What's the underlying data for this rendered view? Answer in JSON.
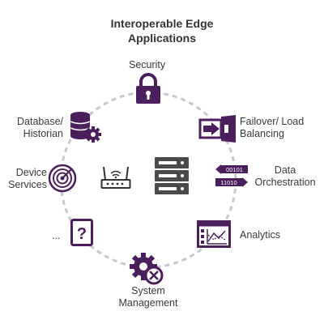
{
  "title_line1": "Interoperable Edge",
  "title_line2": "Applications",
  "labels": {
    "security": "Security",
    "failover_line1": "Failover/ Load",
    "failover_line2": "Balancing",
    "data_orch_line1": "Data",
    "data_orch_line2": "Orchestration",
    "analytics": "Analytics",
    "system_mgmt_line1": "System",
    "system_mgmt_line2": "Management",
    "ellipsis": "...",
    "device_services_line1": "Device",
    "device_services_line2": "Services",
    "database_line1": "Database/",
    "database_line2": "Historian"
  },
  "data_tags": [
    "00101",
    "11010"
  ],
  "colors": {
    "accent": "#4a1f5c",
    "ring": "#c8c8d0"
  },
  "icons": [
    "lock-icon",
    "failover-icon",
    "data-exchange-icon",
    "analytics-icon",
    "gear-wrench-icon",
    "help-document-icon",
    "device-services-icon",
    "database-icon",
    "router-icon",
    "server-icon"
  ]
}
